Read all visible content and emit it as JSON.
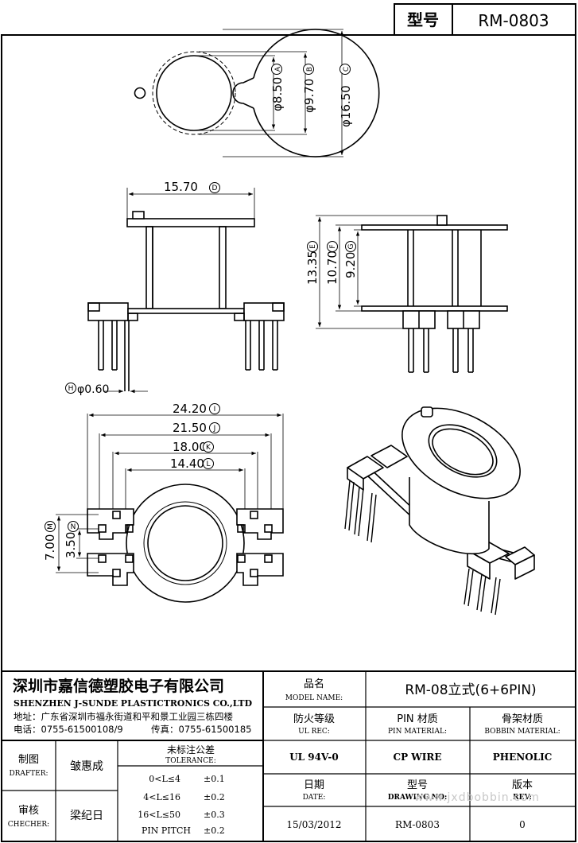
{
  "header": {
    "model_label": "型号",
    "model_value": "RM-0803"
  },
  "drawing": {
    "dims": {
      "A": "φ8.50",
      "B": "φ9.70",
      "C": "φ16.50",
      "D": "15.70",
      "E": "13.35",
      "F": "10.70",
      "G": "9.20",
      "H": "φ0.60",
      "I": "24.20",
      "J": "21.50",
      "K": "18.00",
      "L": "14.40",
      "M": "7.00",
      "N": "3.50"
    },
    "markers": {
      "A": "A",
      "B": "B",
      "C": "C",
      "D": "D",
      "E": "E",
      "F": "F",
      "G": "G",
      "H": "H",
      "I": "I",
      "J": "J",
      "K": "K",
      "L": "L",
      "M": "M",
      "N": "N"
    }
  },
  "title_block": {
    "company_cn": "深圳市嘉信德塑胶电子有限公司",
    "company_en": "SHENZHEN J-SUNDE PLASTICTRONICS CO.,LTD",
    "address": "地址：广东省深圳市福永街道和平和景工业园三栋四楼",
    "phone": "电话：0755-61500108/9",
    "fax": "传真：0755-61500185",
    "model_name_cn": "品名",
    "model_name_en": "MODEL NAME:",
    "model_name_value": "RM-08立式(6+6PIN)",
    "ul_cn": "防火等级",
    "ul_en": "UL REC:",
    "ul_value": "UL 94V-0",
    "pin_cn": "PIN 材质",
    "pin_en": "PIN MATERIAL:",
    "pin_value": "CP WIRE",
    "bobbin_cn": "骨架材质",
    "bobbin_en": "BOBBIN MATERIAL:",
    "bobbin_value": "PHENOLIC",
    "drafter_cn": "制图",
    "drafter_en": "DRAFTER:",
    "drafter_value": "皱惠成",
    "checker_cn": "审核",
    "checker_en": "CHECHER:",
    "checker_value": "梁纪日",
    "tolerance_cn": "未标注公差",
    "tolerance_en": "TOLERANCE:",
    "tolerance_rows": [
      {
        "range": "0<L≤4",
        "value": "±0.1"
      },
      {
        "range": "4<L≤16",
        "value": "±0.2"
      },
      {
        "range": "16<L≤50",
        "value": "±0.3"
      },
      {
        "range": "PIN PITCH",
        "value": "±0.2"
      }
    ],
    "date_cn": "日期",
    "date_en": "DATE:",
    "date_value": "15/03/2012",
    "drawing_no_cn": "型号",
    "drawing_no_en": "DRAWING NO:",
    "drawing_no_value": "RM-0803",
    "rev_cn": "版本",
    "rev_en": "REV:",
    "rev_value": "0"
  },
  "watermark": "www.jxdbobbin.com"
}
